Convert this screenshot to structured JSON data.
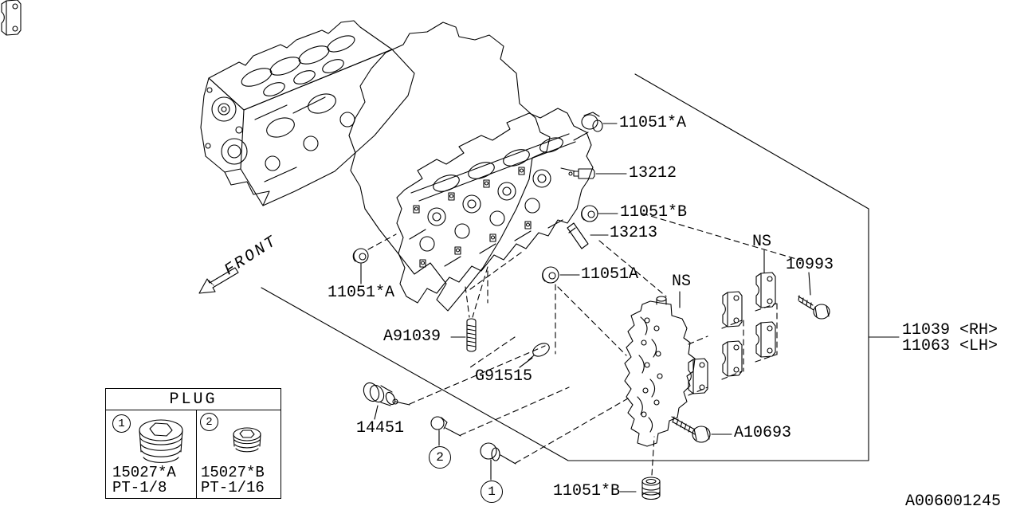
{
  "doc_id": "A006001245",
  "front_label": "FRONT",
  "callouts": {
    "c11051a_top": "11051*A",
    "c13212": "13212",
    "c11051b_mid": "11051*B",
    "c13213": "13213",
    "c11051a_left": "11051*A",
    "c11051a_plain": "11051A",
    "ca91039": "A91039",
    "cg91515": "G91515",
    "c14451": "14451",
    "c11051b_bottom": "11051*B",
    "ca10693": "A10693",
    "c10993": "10993",
    "ns_left": "NS",
    "ns_right": "NS",
    "head_rh": "11039 <RH>",
    "head_lh": "11063 <LH>",
    "num1": "1",
    "num2": "2"
  },
  "plug_table": {
    "title": "PLUG",
    "items": [
      {
        "num": "1",
        "part": "15027*A",
        "size": "PT-1/8"
      },
      {
        "num": "2",
        "part": "15027*B",
        "size": "PT-1/16"
      }
    ]
  }
}
